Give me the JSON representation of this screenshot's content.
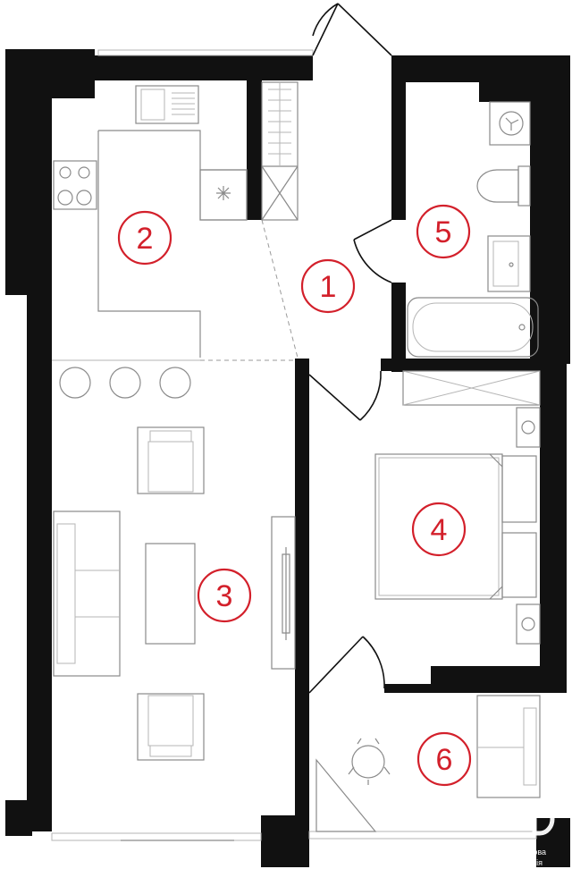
{
  "rooms": [
    {
      "number": "1"
    },
    {
      "number": "2"
    },
    {
      "number": "3"
    },
    {
      "number": "4"
    },
    {
      "number": "5"
    },
    {
      "number": "6"
    }
  ],
  "logo": {
    "lines": [
      "житлова",
      "компанія"
    ]
  },
  "colors": {
    "wall": "#111111",
    "badge": "#d3202b",
    "fixture": "#8a8a8a"
  }
}
